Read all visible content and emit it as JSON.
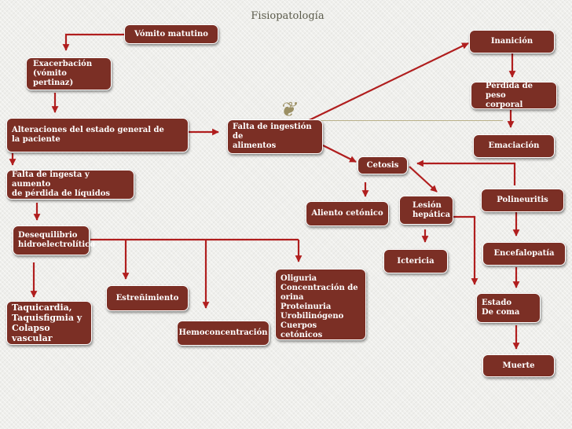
{
  "title": "Fisiopatología",
  "nodes": {
    "vomito": "Vómito matutino",
    "exacerbacion": "Exacerbación\n(vómito pertinaz)",
    "alteraciones": "Alteraciones del estado general de\nla paciente",
    "falta_ingestion": "Falta de ingestión de\nalimentos",
    "falta_ingesta": "Falta de ingesta y aumento\nde pérdida de líquidos",
    "desequilibrio": "Desequilibrio\nhidroelectrolítico",
    "taquicardia": "Taquicardia,\nTaquisfigmia y\nColapso vascular",
    "estrenimiento": "Estreñimiento",
    "hemoconcentracion": "Hemoconcentración",
    "oliguria": "Oliguria\nConcentración de\n  orina\nProteinuria\nUrobilinógeno\nCuerpos cetónicos",
    "inanicion": "Inanición",
    "perdida_peso": "Pérdida de peso\ncorporal",
    "emaciacion": "Emaciación",
    "cetosis": "Cetosis",
    "aliento": "Aliento cetónico",
    "lesion": "Lesión\n hepática",
    "polineuritis": "Polineuritis",
    "encefalopatia": "Encefalopatía",
    "ictericia": "Ictericia",
    "estado_coma": "Estado\nDe coma",
    "muerte": "Muerte"
  },
  "colors": {
    "box_fill": "#7b2f25",
    "box_text": "#ffffff",
    "arrow": "#b01e1e",
    "background": "#efefec",
    "title": "#5a5a4a"
  }
}
